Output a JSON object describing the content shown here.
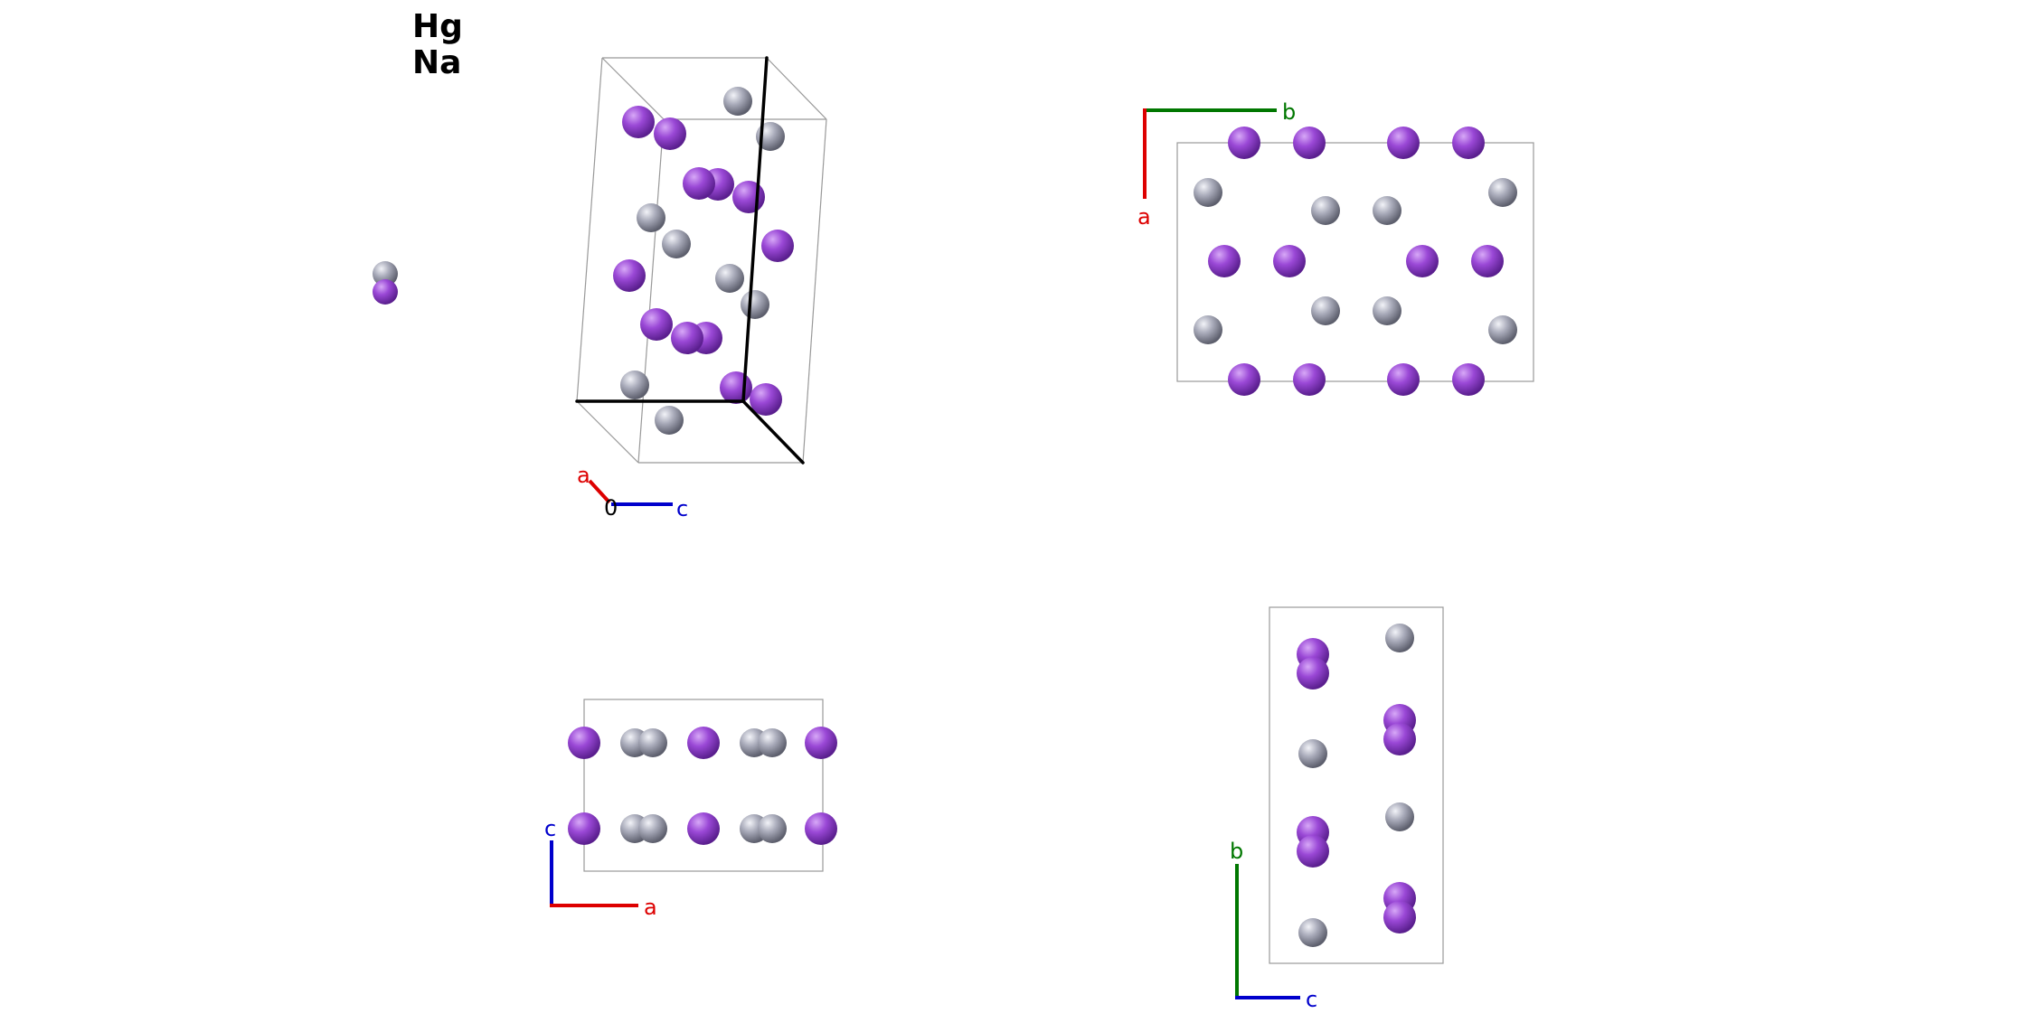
{
  "legend": {
    "elements": [
      {
        "symbol": "Hg",
        "color": "#a7a9b8"
      },
      {
        "symbol": "Na",
        "color": "#9b4dd6"
      }
    ]
  },
  "colors": {
    "Hg": "#a7a9b8",
    "Na": "#9b4dd6",
    "axis_a": "#dd0000",
    "axis_b": "#007700",
    "axis_c": "#0000cc",
    "cell_line": "#888888"
  },
  "panels": [
    {
      "id": "perspective",
      "axes": [
        {
          "name": "a",
          "label": "a",
          "color_key": "axis_a"
        },
        {
          "name": "c",
          "label": "c",
          "color_key": "axis_c"
        },
        {
          "name": "origin",
          "label": "0",
          "color_key": "origin"
        }
      ]
    },
    {
      "id": "view-c",
      "axes": [
        {
          "name": "b",
          "label": "b"
        },
        {
          "name": "a",
          "label": "a"
        }
      ]
    },
    {
      "id": "view-b",
      "axes": [
        {
          "name": "c",
          "label": "c"
        },
        {
          "name": "a",
          "label": "a"
        }
      ]
    },
    {
      "id": "view-a",
      "axes": [
        {
          "name": "b",
          "label": "b"
        },
        {
          "name": "c",
          "label": "c"
        }
      ]
    }
  ]
}
